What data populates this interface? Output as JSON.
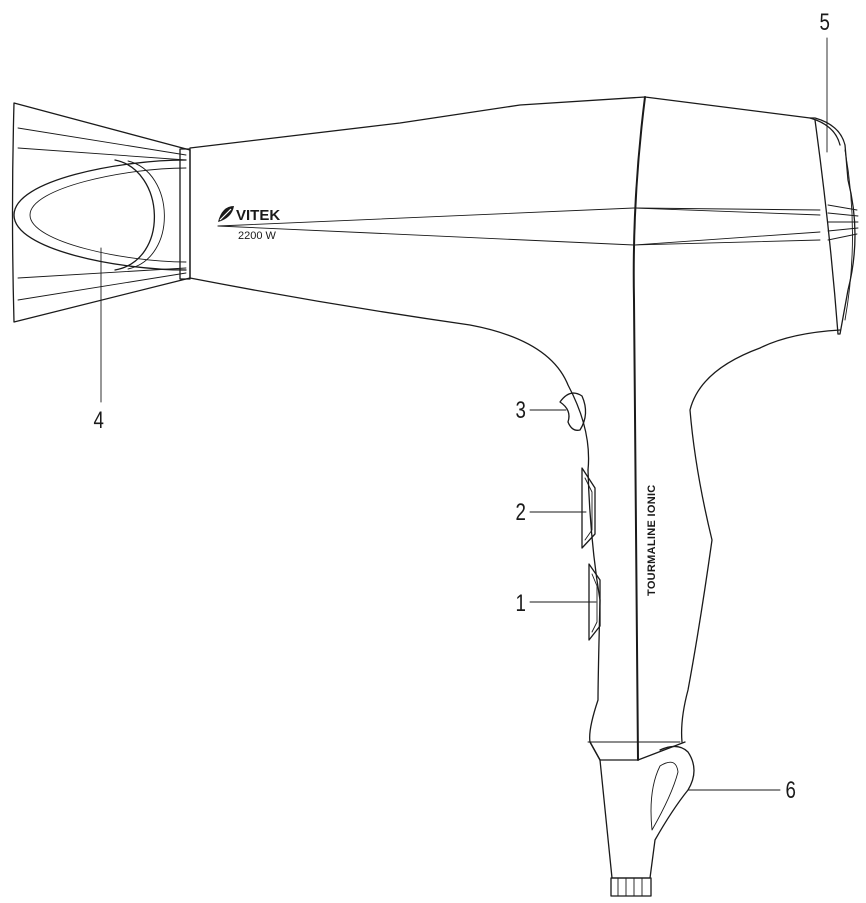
{
  "brand": {
    "name": "VITEK",
    "power": "2200 W",
    "series": "TOURMALINE IONIC",
    "logo_icon": "vitek-leaf-icon"
  },
  "callouts": [
    {
      "id": "1",
      "label": "1"
    },
    {
      "id": "2",
      "label": "2"
    },
    {
      "id": "3",
      "label": "3"
    },
    {
      "id": "4",
      "label": "4"
    },
    {
      "id": "5",
      "label": "5"
    },
    {
      "id": "6",
      "label": "6"
    }
  ]
}
